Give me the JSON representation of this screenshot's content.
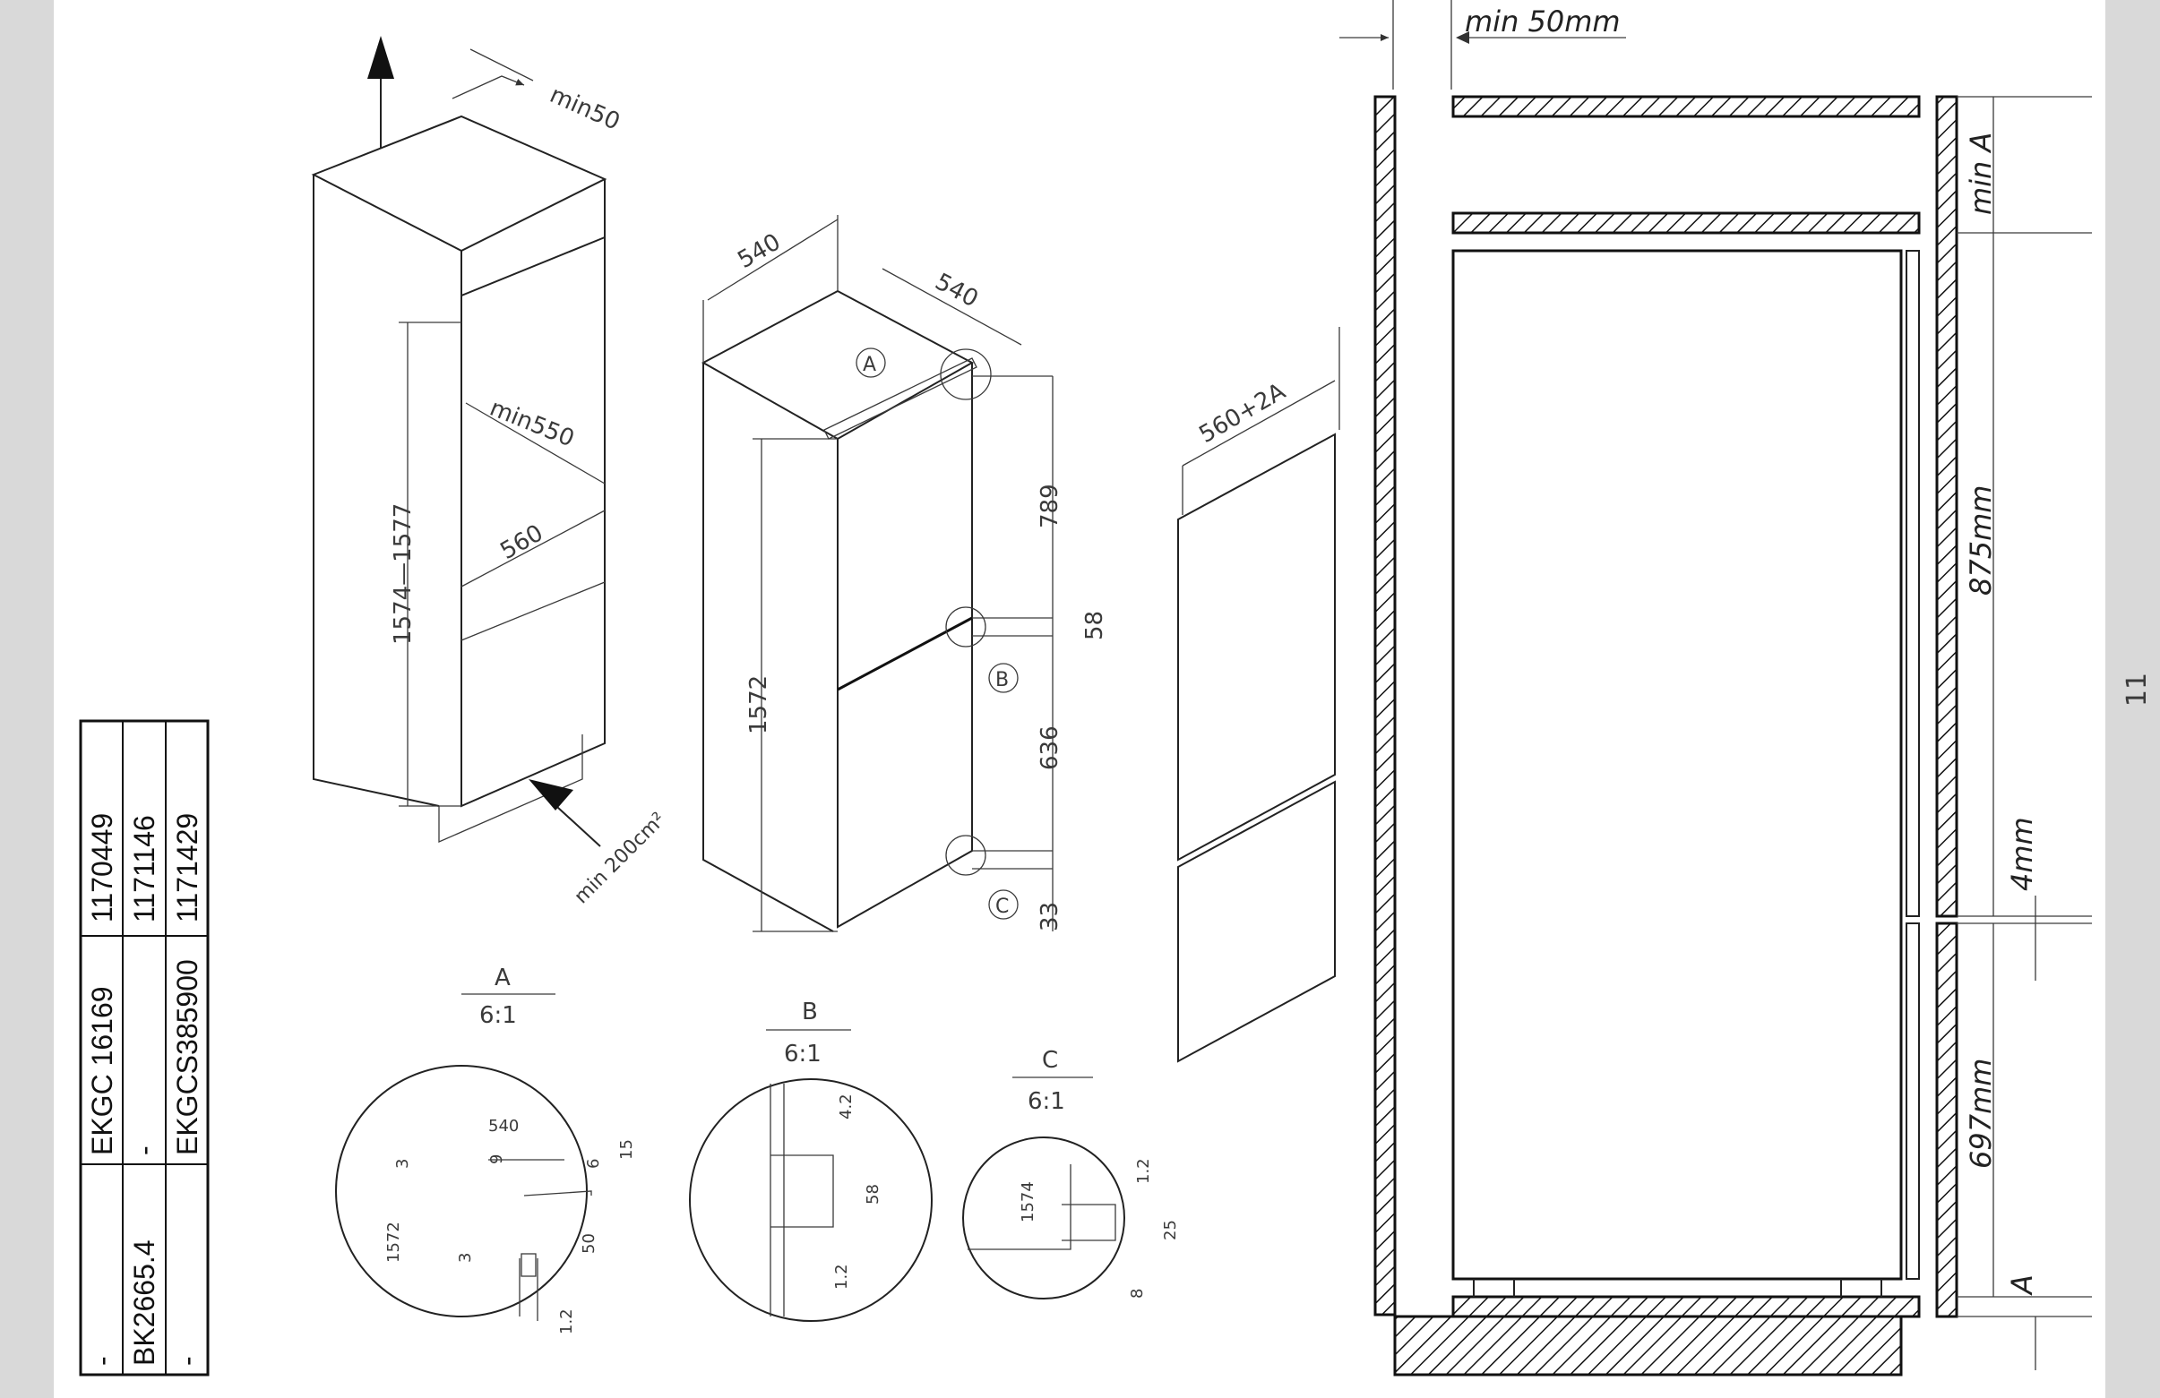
{
  "page_number": "11",
  "iso": {
    "niche": {
      "min50": "min50",
      "height": "1574—1577",
      "min550": "min550",
      "w560": "560",
      "vent": "min 200cm²"
    },
    "appliance": {
      "w540a": "540",
      "w540b": "540",
      "h1572": "1572",
      "d789": "789",
      "d58": "58",
      "d636": "636",
      "d33": "33",
      "marker_a": "A",
      "marker_b": "B",
      "marker_c": "C"
    },
    "door": {
      "width": "560+2A"
    }
  },
  "details": {
    "a": {
      "title": "A",
      "scale": "6:1",
      "dims": [
        "540",
        "3",
        "9",
        "6",
        "15",
        "1572",
        "3",
        "50",
        "1.2"
      ]
    },
    "b": {
      "title": "B",
      "scale": "6:1",
      "dims": [
        "4.2",
        "58",
        "1.2"
      ]
    },
    "c": {
      "title": "C",
      "scale": "6:1",
      "dims": [
        "1574",
        "1.2",
        "25",
        "8"
      ]
    }
  },
  "section": {
    "min_gap": "min 50mm",
    "min_a": "min A",
    "upper": "875mm",
    "gap": "4mm",
    "lower": "697mm",
    "bottom": "A"
  },
  "table": {
    "columns": [
      [
        "1170449",
        "EKGC 16169",
        "-"
      ],
      [
        "1171146",
        "-",
        "BK2665.4"
      ],
      [
        "1171429",
        "EKGCS385900",
        "-"
      ]
    ]
  }
}
